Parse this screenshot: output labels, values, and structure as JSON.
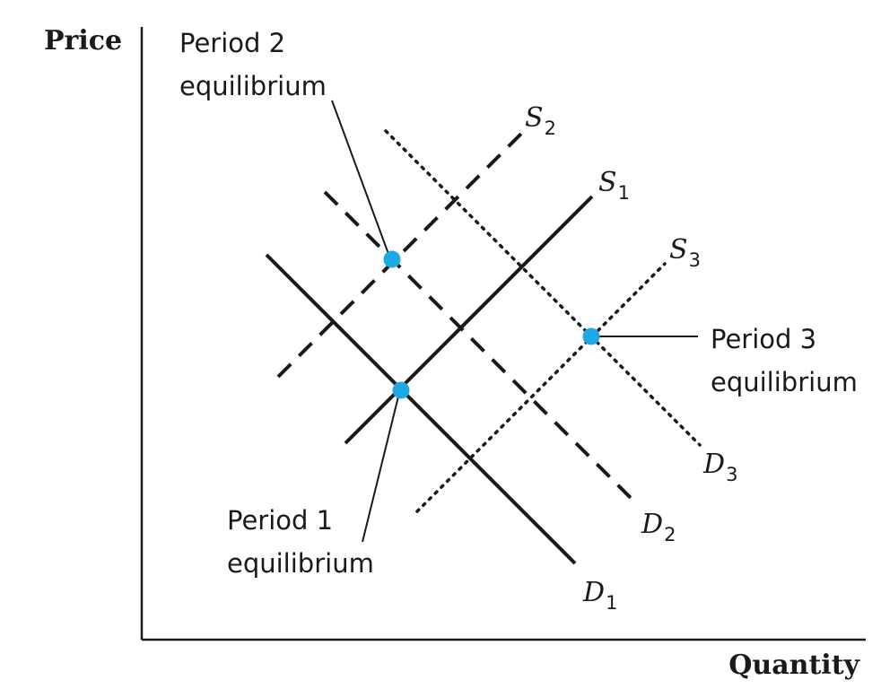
{
  "axes": {
    "y_label": "Price",
    "x_label": "Quantity"
  },
  "curves": [
    {
      "id": "S1",
      "letter": "S",
      "subscript": "1",
      "kind": "supply",
      "style": "solid"
    },
    {
      "id": "D1",
      "letter": "D",
      "subscript": "1",
      "kind": "demand",
      "style": "solid"
    },
    {
      "id": "S2",
      "letter": "S",
      "subscript": "2",
      "kind": "supply",
      "style": "dashed"
    },
    {
      "id": "D2",
      "letter": "D",
      "subscript": "2",
      "kind": "demand",
      "style": "dashed"
    },
    {
      "id": "S3",
      "letter": "S",
      "subscript": "3",
      "kind": "supply",
      "style": "dotted"
    },
    {
      "id": "D3",
      "letter": "D",
      "subscript": "3",
      "kind": "demand",
      "style": "dotted"
    }
  ],
  "equilibria": [
    {
      "id": "period-1",
      "line1": "Period 1",
      "line2": "equilibrium",
      "supply": "S1",
      "demand": "D1"
    },
    {
      "id": "period-2",
      "line1": "Period 2",
      "line2": "equilibrium",
      "supply": "S2",
      "demand": "D2"
    },
    {
      "id": "period-3",
      "line1": "Period 3",
      "line2": "equilibrium",
      "supply": "S3",
      "demand": "D3"
    }
  ],
  "colors": {
    "ink": "#1a1a1a",
    "equilibrium_point": "#1fa8e6",
    "background": "#ffffff"
  }
}
